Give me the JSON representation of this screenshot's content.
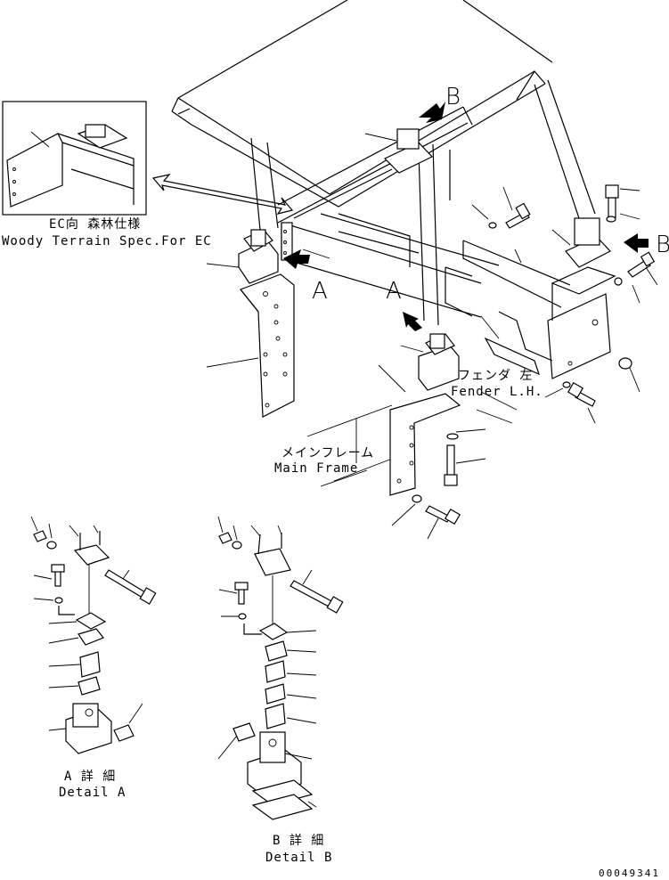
{
  "labels": {
    "ec_inset_jp": "EC向 森林仕様",
    "ec_inset_en": "Woody Terrain Spec.For EC",
    "fender_jp": "フェンダ 左",
    "fender_en": "Fender L.H.",
    "mainframe_jp": "メインフレーム",
    "mainframe_en": "Main Frame",
    "detail_a_jp": "A 詳 細",
    "detail_a_en": "Detail A",
    "detail_b_jp": "B 詳 細",
    "detail_b_en": "Detail B",
    "view_a": "A",
    "view_b": "B",
    "drawing_number": "00049341"
  }
}
